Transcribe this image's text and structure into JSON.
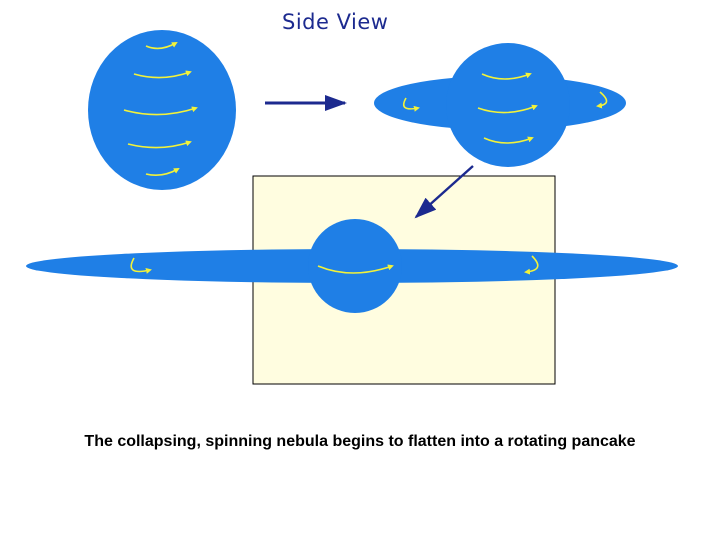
{
  "title": "Side View",
  "caption": "The collapsing, spinning nebula begins to flatten into a rotating pancake",
  "colors": {
    "nebula": "#1f7fe6",
    "rotation_arrow": "#f2f23a",
    "transition_arrow": "#1c2a8f",
    "inset_background": "#fffde0",
    "inset_border": "#000000",
    "title_text": "#1c2a8f"
  },
  "stages": [
    {
      "name": "spherical-nebula"
    },
    {
      "name": "flattening-nebula"
    },
    {
      "name": "rotating-pancake"
    }
  ]
}
